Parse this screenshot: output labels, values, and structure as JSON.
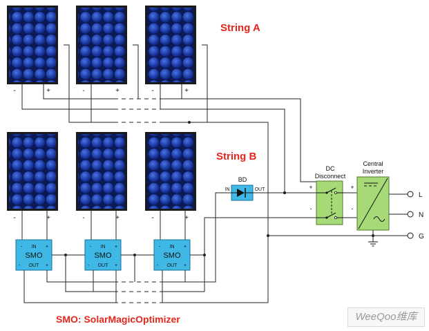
{
  "labels": {
    "string_a": "String A",
    "string_b": "String B",
    "bd": "BD",
    "bd_in": "IN",
    "bd_out": "OUT",
    "dc_disconnect_line1": "DC",
    "dc_disconnect_line2": "Disconnect",
    "inverter_line1": "Central",
    "inverter_line2": "Inverter",
    "terminal_l": "L",
    "terminal_n": "N",
    "terminal_g": "G",
    "plus": "+",
    "minus": "-",
    "smo_title": "SMO",
    "smo_in": "IN",
    "smo_out": "OUT",
    "footnote": "SMO: SolarMagicOptimizer"
  },
  "watermark": "WeeQoo维库",
  "colors": {
    "accent_red": "#e3251c",
    "panel_blue": "#1e3a8a",
    "device_fill": "#3fb8e6",
    "disconnect_fill": "#a8d977"
  }
}
